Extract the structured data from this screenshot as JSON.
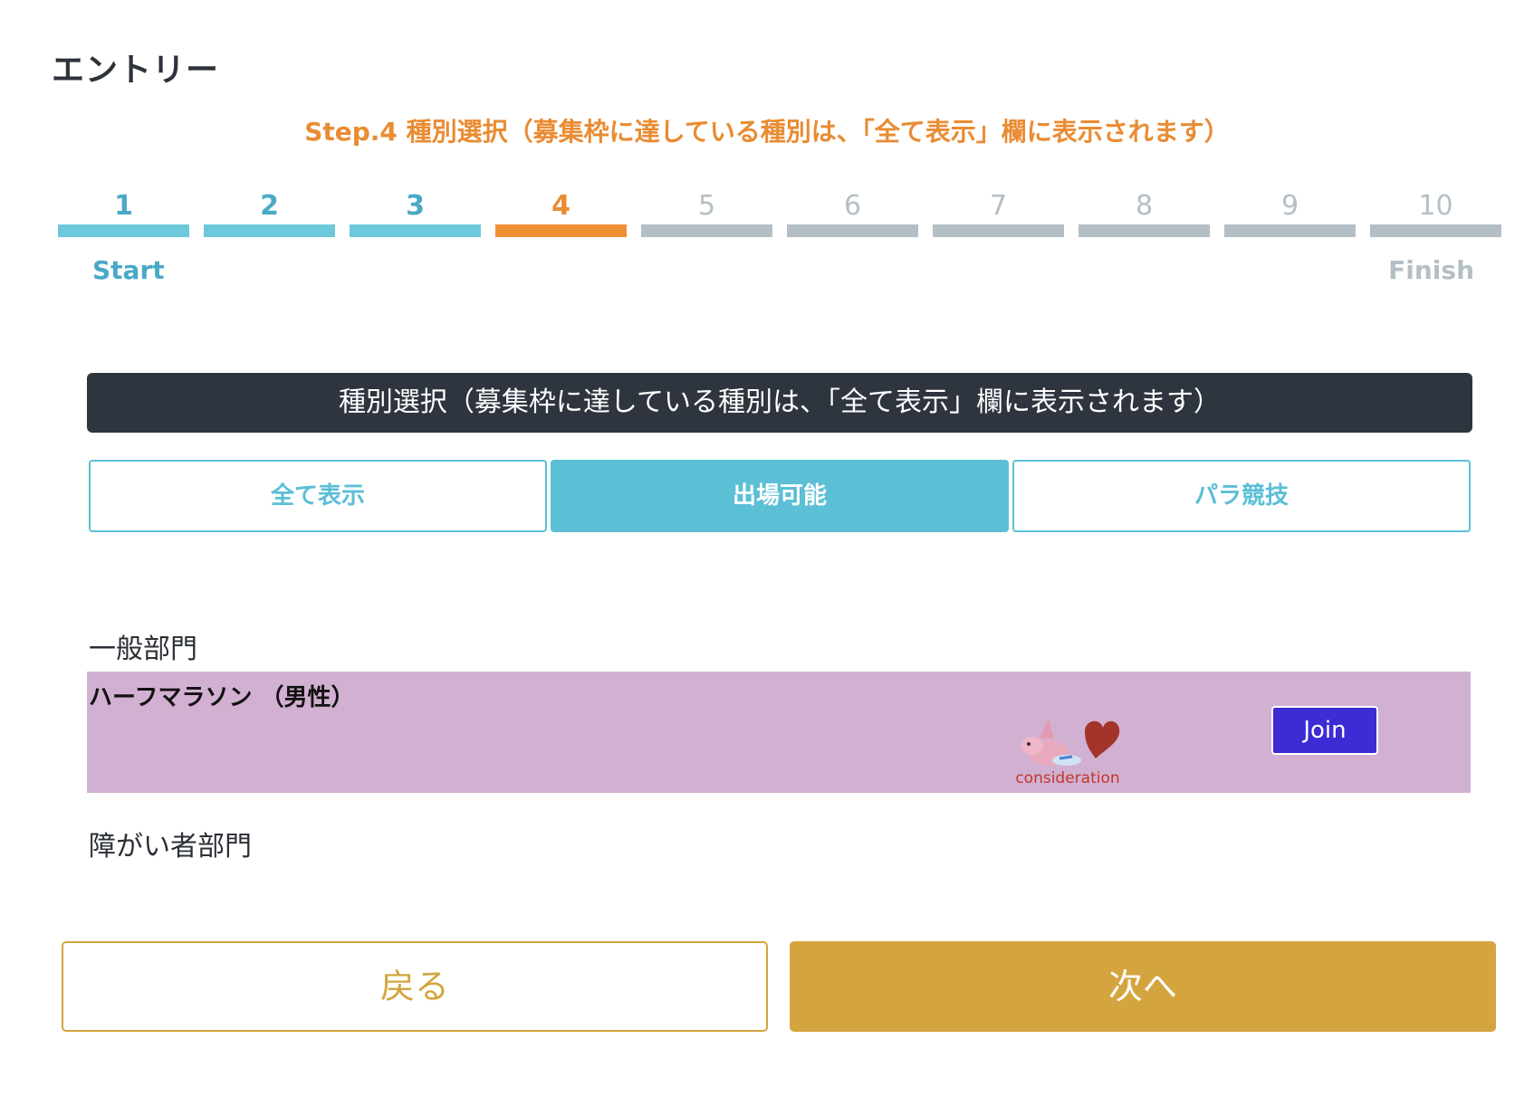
{
  "page": {
    "title": "エントリー",
    "step_heading": "Step.4 種別選択（募集枠に達している種別は、「全て表示」欄に表示されます）"
  },
  "progress": {
    "steps": [
      {
        "label": "1",
        "state": "done"
      },
      {
        "label": "2",
        "state": "done"
      },
      {
        "label": "3",
        "state": "done"
      },
      {
        "label": "4",
        "state": "current"
      },
      {
        "label": "5",
        "state": "todo"
      },
      {
        "label": "6",
        "state": "todo"
      },
      {
        "label": "7",
        "state": "todo"
      },
      {
        "label": "8",
        "state": "todo"
      },
      {
        "label": "9",
        "state": "todo"
      },
      {
        "label": "10",
        "state": "todo"
      }
    ],
    "current_step": 4,
    "total_steps": 10,
    "start_label": "Start",
    "finish_label": "Finish"
  },
  "section": {
    "banner": "種別選択（募集枠に達している種別は、「全て表示」欄に表示されます）"
  },
  "filters": {
    "tabs": [
      {
        "label": "全て表示",
        "active": false
      },
      {
        "label": "出場可能",
        "active": true
      },
      {
        "label": "パラ競技",
        "active": false
      }
    ]
  },
  "categories": {
    "general": {
      "label": "一般部門",
      "events": [
        {
          "name": "ハーフマラソン （男性）",
          "badge_caption": "consideration",
          "join_label": "Join"
        }
      ]
    },
    "disabled": {
      "label": "障がい者部門"
    }
  },
  "navigation": {
    "back_label": "戻る",
    "next_label": "次へ"
  },
  "colors": {
    "accent_orange": "#e98c33",
    "progress_done": "#6ec8dc",
    "progress_todo": "#b4bec5",
    "banner_dark": "#2f353f",
    "tab_teal": "#5bbfd6",
    "event_row_bg": "#d2b0d1",
    "join_blue": "#3d2bd4",
    "nav_gold": "#d4a53e"
  },
  "icons": {
    "badge": "dog-with-heart-icon"
  }
}
